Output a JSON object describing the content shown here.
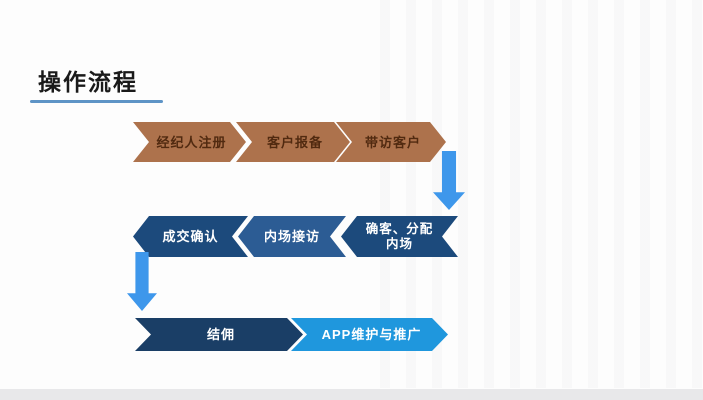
{
  "slide": {
    "title": "操作流程"
  },
  "flow": {
    "row1": {
      "direction": "right",
      "steps": [
        {
          "label": "经纪人注册"
        },
        {
          "label": "客户报备"
        },
        {
          "label": "带访客户"
        }
      ]
    },
    "row2": {
      "direction": "left",
      "steps": [
        {
          "label": "成交确认"
        },
        {
          "label": "内场接访"
        },
        {
          "label_line1": "确客、分配",
          "label_line2": "内场"
        }
      ]
    },
    "row3": {
      "direction": "right",
      "steps": [
        {
          "label": "结佣"
        },
        {
          "label": "APP维护与推广"
        }
      ]
    }
  },
  "icons": {
    "connector_down_right": "down-arrow",
    "connector_down_left": "down-arrow"
  },
  "colors": {
    "row1_fill": "#ad724c",
    "row1_text": "#512a10",
    "row2_fill_dark": "#1c4a7c",
    "row2_fill_mid": "#2c5c94",
    "row3_fill_navy": "#1a3e66",
    "row3_fill_bright": "#1f97dd",
    "connector_arrow": "#3e97eb",
    "title_underline": "#5e94c6",
    "background": "#fdfdfd",
    "bottom_strip": "#e8e8ea"
  }
}
